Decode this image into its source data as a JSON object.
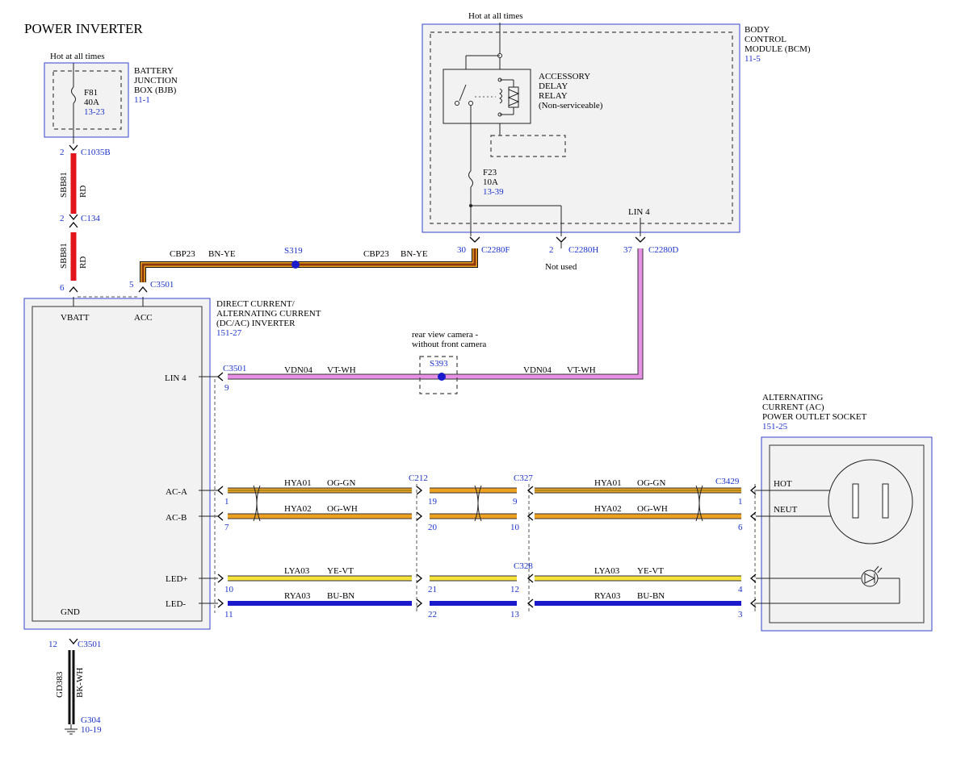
{
  "title": "POWER INVERTER",
  "bjb": {
    "hot": "Hot at all times",
    "name": [
      "BATTERY",
      "JUNCTION",
      "BOX (BJB)"
    ],
    "ref": "11-1",
    "fuse": "F81",
    "fuse_rating": "40A",
    "fuse_ref": "13-23"
  },
  "bcm": {
    "hot": "Hot at all times",
    "name": [
      "BODY",
      "CONTROL",
      "MODULE (BCM)"
    ],
    "ref": "11-5",
    "relay": [
      "ACCESSORY",
      "DELAY",
      "RELAY",
      "(Non-serviceable)"
    ],
    "fuse": "F23",
    "fuse_rating": "10A",
    "fuse_ref": "13-39",
    "lin": "LIN 4",
    "not_used": "Not used"
  },
  "inverter": {
    "name": [
      "DIRECT CURRENT/",
      "ALTERNATING CURRENT",
      "(DC/AC) INVERTER"
    ],
    "ref": "151-27",
    "pins": {
      "vbatt": "VBATT",
      "acc": "ACC",
      "lin": "LIN 4",
      "aca": "AC-A",
      "acb": "AC-B",
      "ledp": "LED+",
      "ledm": "LED-",
      "gnd": "GND"
    }
  },
  "socket": {
    "name": [
      "ALTERNATING",
      "CURRENT (AC)",
      "POWER OUTLET SOCKET"
    ],
    "ref": "151-25",
    "hot": "HOT",
    "neut": "NEUT"
  },
  "connectors": {
    "c1035b": "C1035B",
    "c134": "C134",
    "c3501": "C3501",
    "c2280f": "C2280F",
    "c2280h": "C2280H",
    "c2280d": "C2280D",
    "c212": "C212",
    "c327": "C327",
    "c328": "C328",
    "c3429": "C3429",
    "g304": "G304",
    "g304_ref": "10-19"
  },
  "pins": {
    "p2a": "2",
    "p2b": "2",
    "p6": "6",
    "p5": "5",
    "p30": "30",
    "p2h": "2",
    "p37": "37",
    "p9": "9",
    "p1": "1",
    "p7": "7",
    "p10": "10",
    "p11": "11",
    "p12": "12",
    "p19": "19",
    "p20": "20",
    "p21": "21",
    "p22": "22",
    "p9b": "9",
    "p10b": "10",
    "p12b": "12",
    "p13": "13",
    "p1b": "1",
    "p6b": "6",
    "p4": "4",
    "p3": "3"
  },
  "splices": {
    "s319": "S319",
    "s393": "S393",
    "s393_note": [
      "rear view camera -",
      "without front camera"
    ]
  },
  "wires": {
    "sbb81": "SBB81",
    "rd": "RD",
    "cbp23": "CBP23",
    "bnye": "BN-YE",
    "vdn04": "VDN04",
    "vtwh": "VT-WH",
    "hya01": "HYA01",
    "oggn": "OG-GN",
    "hya02": "HYA02",
    "ogwh": "OG-WH",
    "lya03": "LYA03",
    "yevt": "YE-VT",
    "rya03": "RYA03",
    "bubn": "BU-BN",
    "gd383": "GD383",
    "bkwh": "BK-WH"
  },
  "colors": {
    "red": "#e0141a",
    "brown": "#8b3a0f",
    "yellow": "#f5e23a",
    "orange": "#f0a020",
    "violet": "#e890e6",
    "blue": "#1a1acc",
    "black": "#111111",
    "accent": "#1a33cc"
  }
}
